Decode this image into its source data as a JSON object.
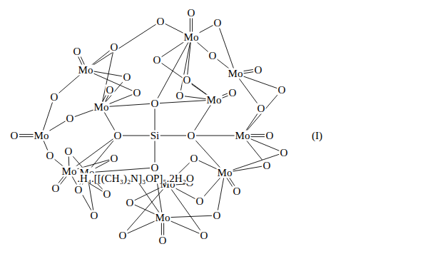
{
  "diagram": {
    "labels": [
      "Mo",
      "O",
      "Mo",
      "O",
      "Mo",
      "O",
      "Mo",
      "O",
      "Mo",
      "O",
      "Mo",
      "O",
      "Mo",
      "O",
      "Mo",
      "O",
      "Mo",
      "O",
      "Mo",
      "O",
      "Mo",
      "O",
      "Mo",
      "O",
      "Si",
      "O",
      "O",
      "O",
      "O",
      "O",
      "O",
      "O",
      "O",
      "O",
      "O",
      "O",
      "O",
      "O",
      "O",
      "O",
      "O",
      "O",
      "O",
      "O",
      "O",
      "O",
      "O",
      "O",
      "O",
      "O",
      "O",
      "O",
      "O",
      "O",
      "O",
      ".H₄.[[(CH₃)₂N]₃OP]₅.2H₂O",
      "(I)"
    ]
  }
}
